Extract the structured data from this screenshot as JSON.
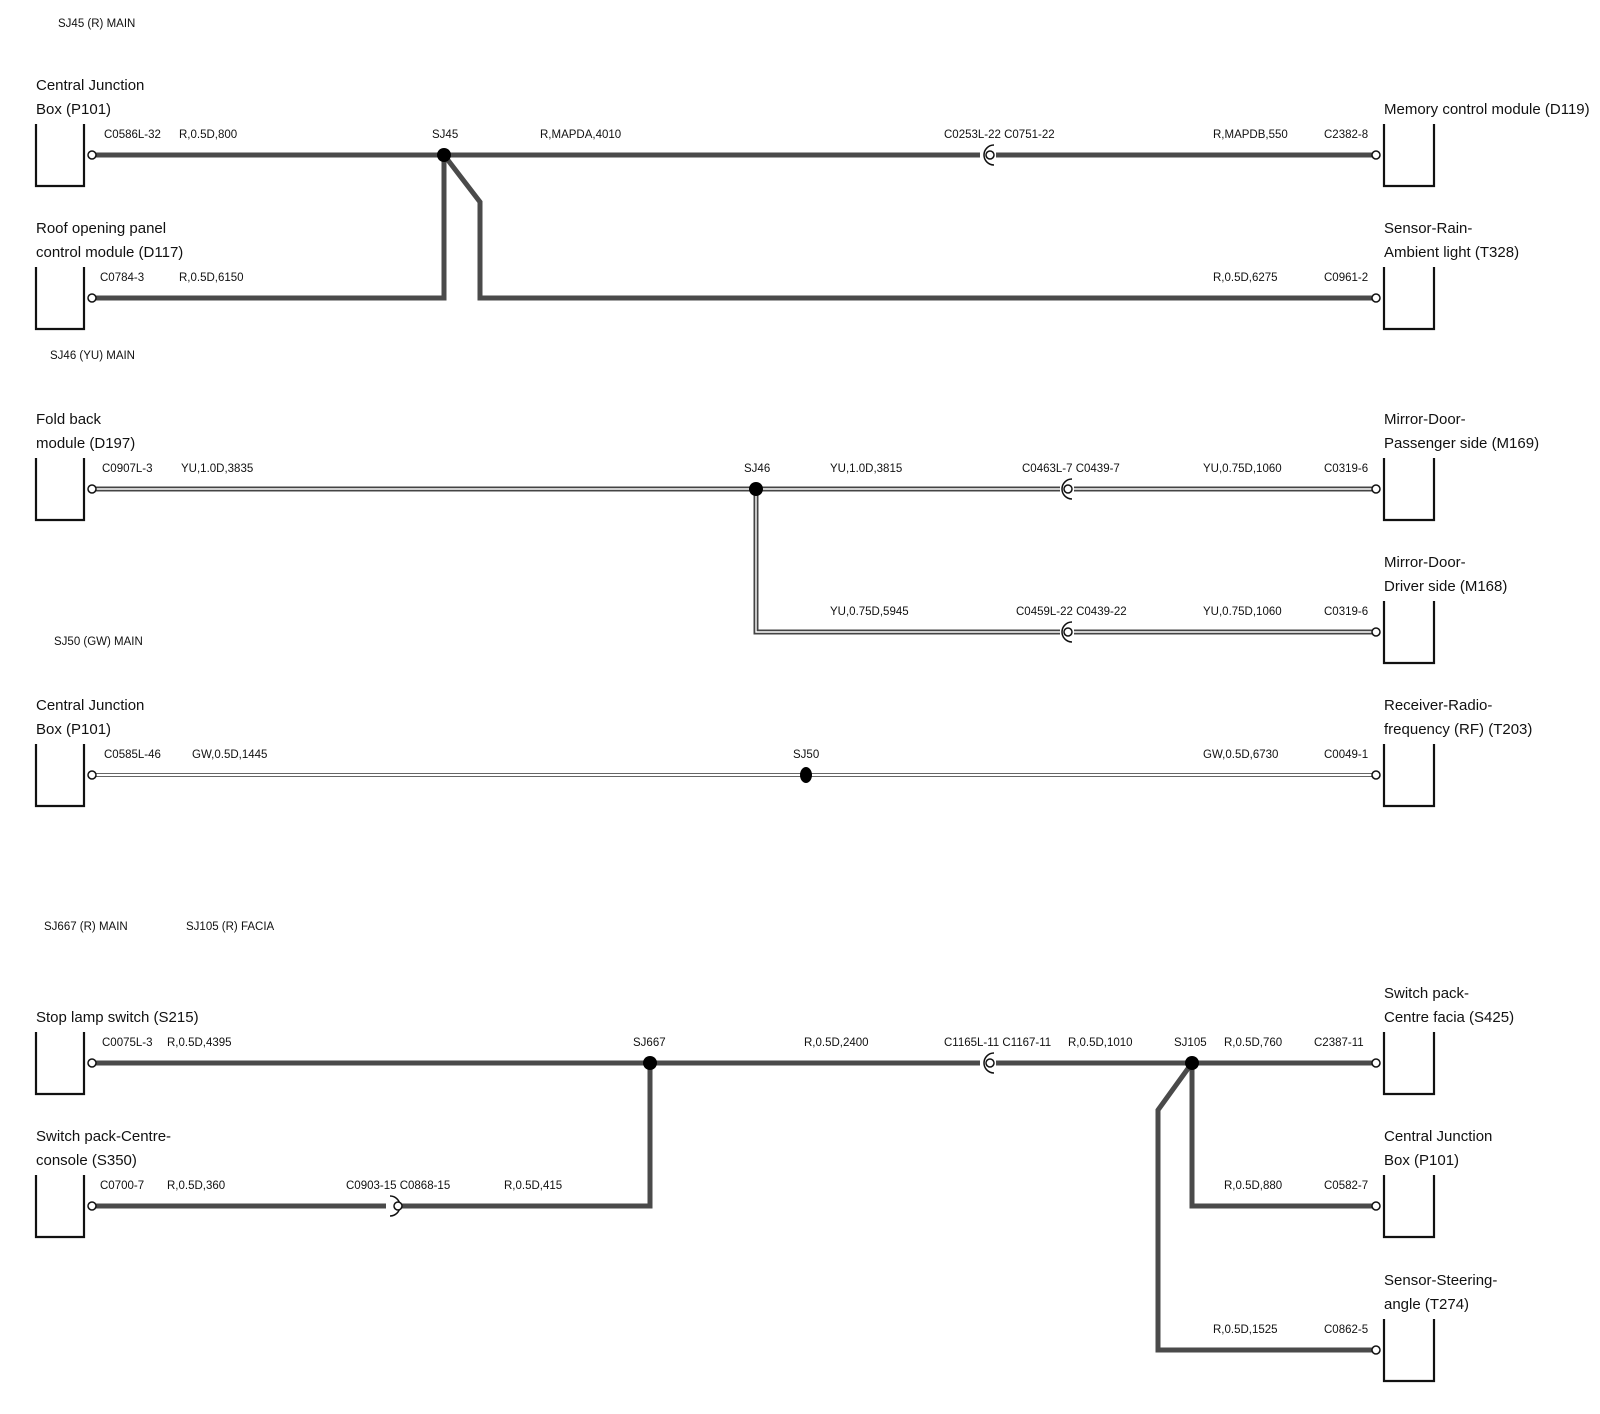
{
  "headers": {
    "sj45": "SJ45 (R) MAIN",
    "sj46": "SJ46 (YU) MAIN",
    "sj50": "SJ50 (GW) MAIN",
    "sj667": "SJ667 (R) MAIN",
    "sj105": "SJ105 (R) FACIA"
  },
  "components": {
    "cjb1": [
      "Central Junction",
      "Box (P101)"
    ],
    "d119": [
      "Memory control module (D119)"
    ],
    "d117": [
      "Roof opening panel",
      "control module (D117)"
    ],
    "t328": [
      "Sensor-Rain-",
      "Ambient light (T328)"
    ],
    "d197": [
      "Fold back",
      "module (D197)"
    ],
    "m169": [
      "Mirror-Door-",
      "Passenger side (M169)"
    ],
    "m168": [
      "Mirror-Door-",
      "Driver side (M168)"
    ],
    "cjb2": [
      "Central Junction",
      "Box (P101)"
    ],
    "t203": [
      "Receiver-Radio-",
      "frequency (RF) (T203)"
    ],
    "s215": [
      "Stop lamp switch (S215)"
    ],
    "s425": [
      "Switch pack-",
      "Centre facia (S425)"
    ],
    "s350": [
      "Switch pack-Centre-",
      "console (S350)"
    ],
    "cjb3": [
      "Central Junction",
      "Box (P101)"
    ],
    "t274": [
      "Sensor-Steering-",
      "angle (T274)"
    ]
  },
  "connectors": {
    "c0586": "C0586L-32",
    "c2382": "C2382-8",
    "c0253": "C0253L-22 C0751-22",
    "c0784": "C0784-3",
    "c0961": "C0961-2",
    "c0907": "C0907L-3",
    "c0463": "C0463L-7 C0439-7",
    "c0319a": "C0319-6",
    "c0459": "C0459L-22 C0439-22",
    "c0319b": "C0319-6",
    "c0585": "C0585L-46",
    "c0049": "C0049-1",
    "c0075": "C0075L-3",
    "c1165": "C1165L-11 C1167-11",
    "c2387": "C2387-11",
    "c0700": "C0700-7",
    "c0903": "C0903-15 C0868-15",
    "c0582": "C0582-7",
    "c0862": "C0862-5"
  },
  "wires": {
    "w800": "R,0.5D,800",
    "w4010": "R,MAPDA,4010",
    "w550": "R,MAPDB,550",
    "w6150": "R,0.5D,6150",
    "w6275": "R,0.5D,6275",
    "w3835": "YU,1.0D,3835",
    "w3815": "YU,1.0D,3815",
    "w1060a": "YU,0.75D,1060",
    "w5945": "YU,0.75D,5945",
    "w1060b": "YU,0.75D,1060",
    "w1445": "GW,0.5D,1445",
    "w6730": "GW,0.5D,6730",
    "w4395": "R,0.5D,4395",
    "w2400": "R,0.5D,2400",
    "w1010": "R,0.5D,1010",
    "w760": "R,0.5D,760",
    "w360": "R,0.5D,360",
    "w415": "R,0.5D,415",
    "w880": "R,0.5D,880",
    "w1525": "R,0.5D,1525"
  },
  "splices": {
    "sj45": "SJ45",
    "sj46": "SJ46",
    "sj50": "SJ50",
    "sj667": "SJ667",
    "sj105": "SJ105"
  },
  "colors": {
    "wire_red": "#4a4a4a",
    "wire_yu": "#444444",
    "wire_gw": "#666666"
  }
}
